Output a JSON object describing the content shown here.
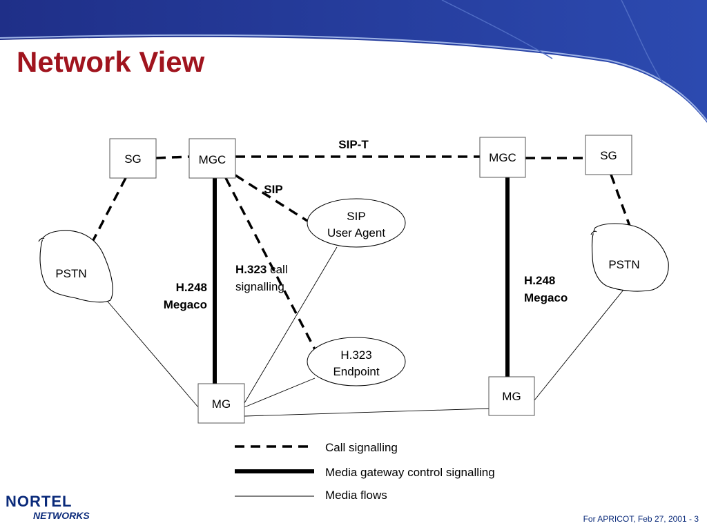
{
  "slide": {
    "title": "Network View",
    "footer": "For APRICOT, Feb 27, 2001 - 3",
    "logo_line1": "NORTEL",
    "logo_line2": "NETWORKS"
  },
  "diagram": {
    "nodes": {
      "sg_left": "SG",
      "mgc_left": "MGC",
      "mgc_right": "MGC",
      "sg_right": "SG",
      "pstn_left": "PSTN",
      "pstn_right": "PSTN",
      "mg_left": "MG",
      "mg_right": "MG",
      "sip_ua_line1": "SIP",
      "sip_ua_line2": "User Agent",
      "h323_ep_line1": "H.323",
      "h323_ep_line2": "Endpoint"
    },
    "labels": {
      "sip_t": "SIP-T",
      "sip": "SIP",
      "h323_bold": "H.323",
      "h323_rest": " call",
      "h323_line2": "signalling",
      "h248_left_line1": "H.248",
      "h248_left_line2": "Megaco",
      "h248_right_line1": "H.248",
      "h248_right_line2": "Megaco"
    },
    "legend": {
      "call_signalling": "Call signalling",
      "mgc_signalling": "Media gateway control signalling",
      "media_flows": "Media flows"
    }
  },
  "colors": {
    "title": "#a0141e",
    "banner": "#1b2f8f",
    "brand": "#0a2a7a"
  }
}
